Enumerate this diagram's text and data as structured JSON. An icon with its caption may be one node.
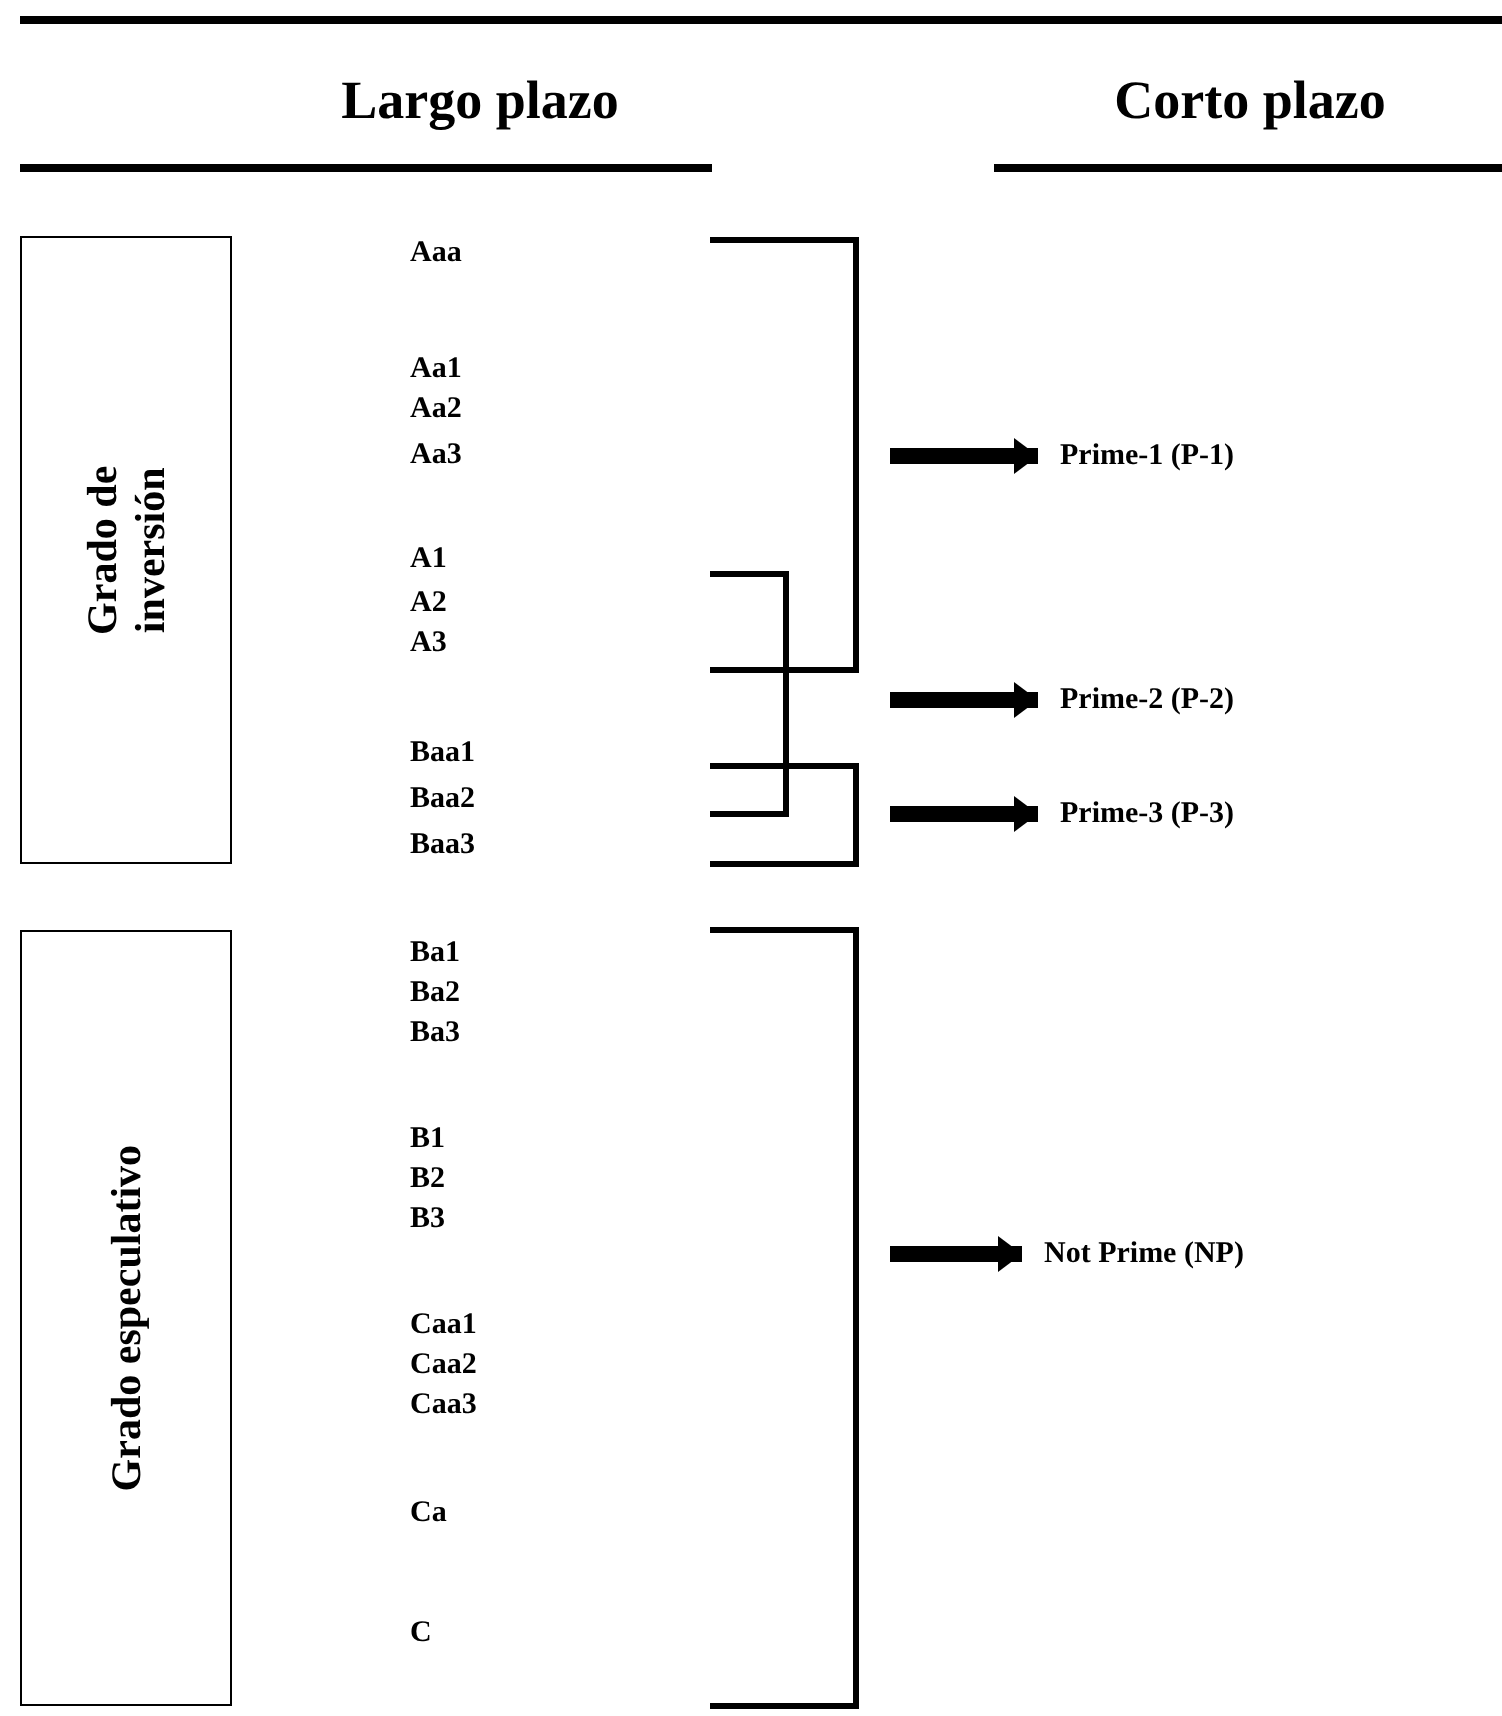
{
  "diagram": {
    "nodes": [
      {
        "text": [
          "Grado de inversión"
        ]
      },
      {
        "text": [
          "Grado especulativo"
        ]
      },
      {
        "text": [
          "Prime-1 (P-1)"
        ]
      },
      {
        "text": [
          "Prime-2 (P-2)"
        ]
      },
      {
        "text": [
          "Prime-3 (P-3)"
        ]
      },
      {
        "text": [
          "Not Prime (NP)"
        ]
      }
    ],
    "edges": [
      {
        "from": null,
        "to": 2,
        "arrow": "to"
      },
      {
        "from": null,
        "to": 3,
        "arrow": "to"
      },
      {
        "from": null,
        "to": 4,
        "arrow": "to"
      },
      {
        "from": null,
        "to": 5,
        "arrow": "to"
      }
    ],
    "labels": [
      "Largo plazo",
      "Corto plazo",
      "Aaa",
      "Aa1",
      "Aa2",
      "Aa3",
      "A1",
      "A2",
      "A3",
      "Baa1",
      "Baa2",
      "Baa3",
      "Ba1",
      "Ba2",
      "Ba3",
      "B1",
      "B2",
      "B3",
      "Caa1",
      "Caa2",
      "Caa3",
      "Ca",
      "C"
    ]
  }
}
